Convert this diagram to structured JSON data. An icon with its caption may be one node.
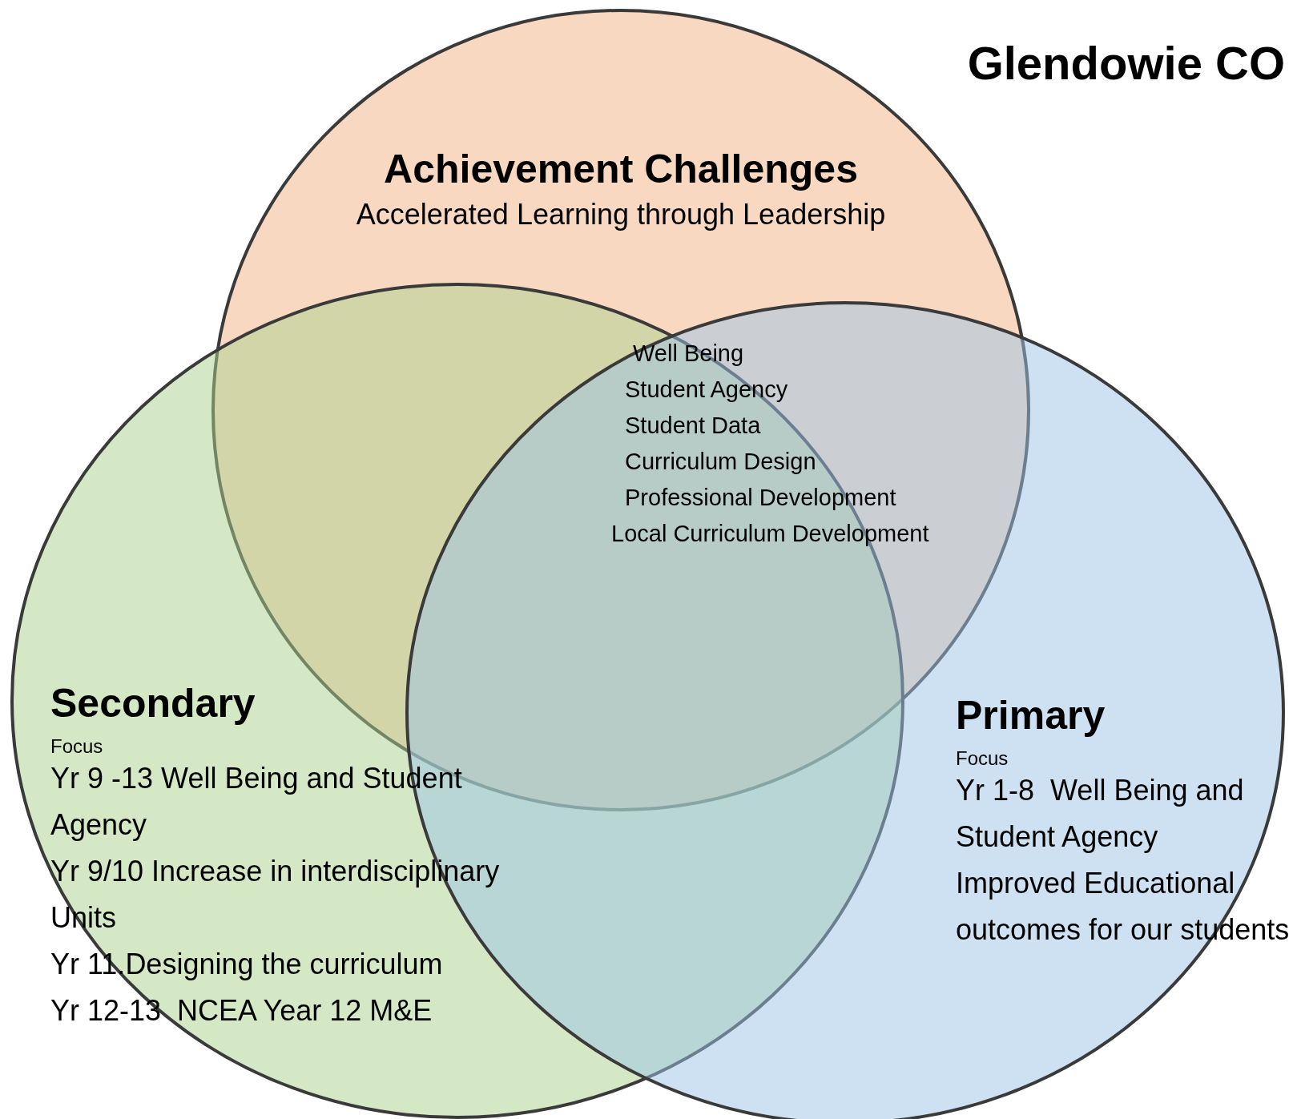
{
  "diagram": {
    "title": "Glendowie CO",
    "nodes": [
      {
        "text": [
          "Achievement Challenges",
          "Accelerated Learning through Leadership"
        ]
      },
      {
        "text": [
          "Secondary",
          "Focus",
          "Yr 9 -13 Well Being and Student Agency",
          "Yr 9/10 Increase in interdisciplinary Units",
          "Yr 11.Designing the curriculum",
          "Yr 12-13  NCEA Year 12 M&E"
        ]
      },
      {
        "text": [
          "Primary",
          "Focus",
          "Yr 1-8  Well Being and Student Agency",
          "Improved Educational outcomes for our students"
        ]
      }
    ],
    "labels": [
      "Well Being",
      "Student Agency",
      "Student Data",
      "Curriculum Design",
      "Professional Development",
      "Local Curriculum Development"
    ]
  }
}
